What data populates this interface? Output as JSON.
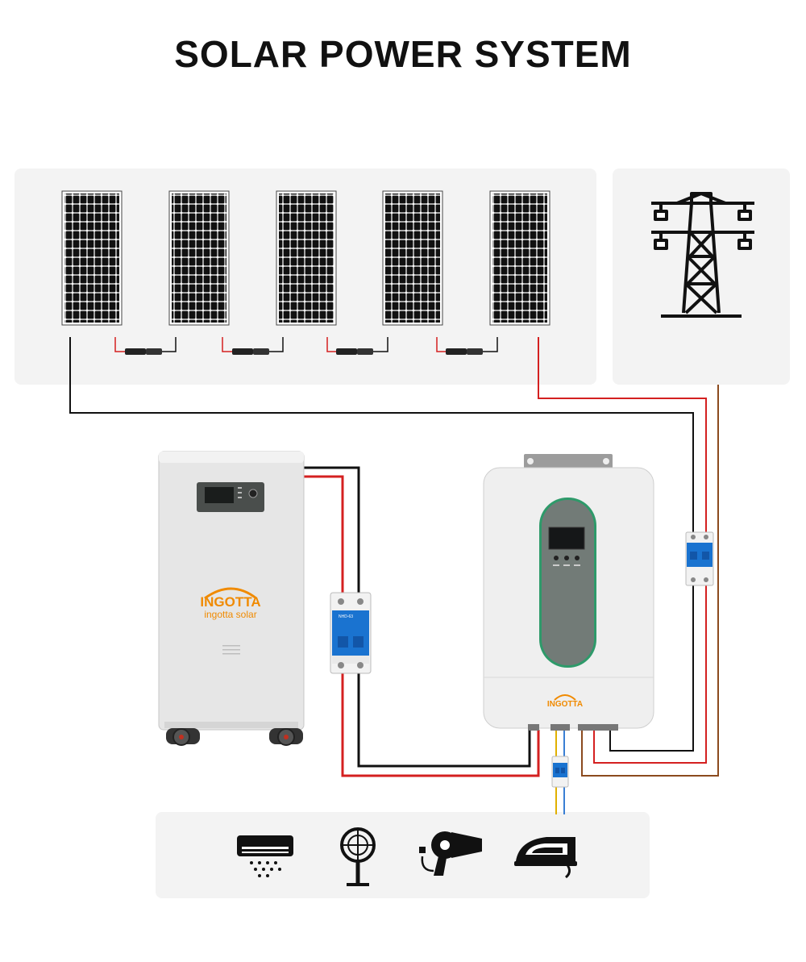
{
  "title": "SOLAR POWER SYSTEM",
  "battery": {
    "logo": "INGOTTA",
    "brand": "ingotta solar"
  },
  "inverter": {
    "logo": "INGOTTA"
  },
  "breaker_battery": {
    "model": "NHD-63"
  },
  "components": {
    "solar_panels": 5,
    "pv_connectors": 4
  },
  "colors": {
    "positive_wire": "#d42020",
    "negative_wire": "#111111",
    "grid_wire": "#8b4a1e",
    "ac_live": "#e0b000",
    "ac_neutral": "#3a7fd4",
    "breaker_blue": "#1a73d0",
    "inverter_accent": "#2e9a6a"
  },
  "loads": [
    {
      "icon": "air-conditioner-icon"
    },
    {
      "icon": "fan-icon"
    },
    {
      "icon": "hair-dryer-icon"
    },
    {
      "icon": "iron-icon"
    }
  ]
}
